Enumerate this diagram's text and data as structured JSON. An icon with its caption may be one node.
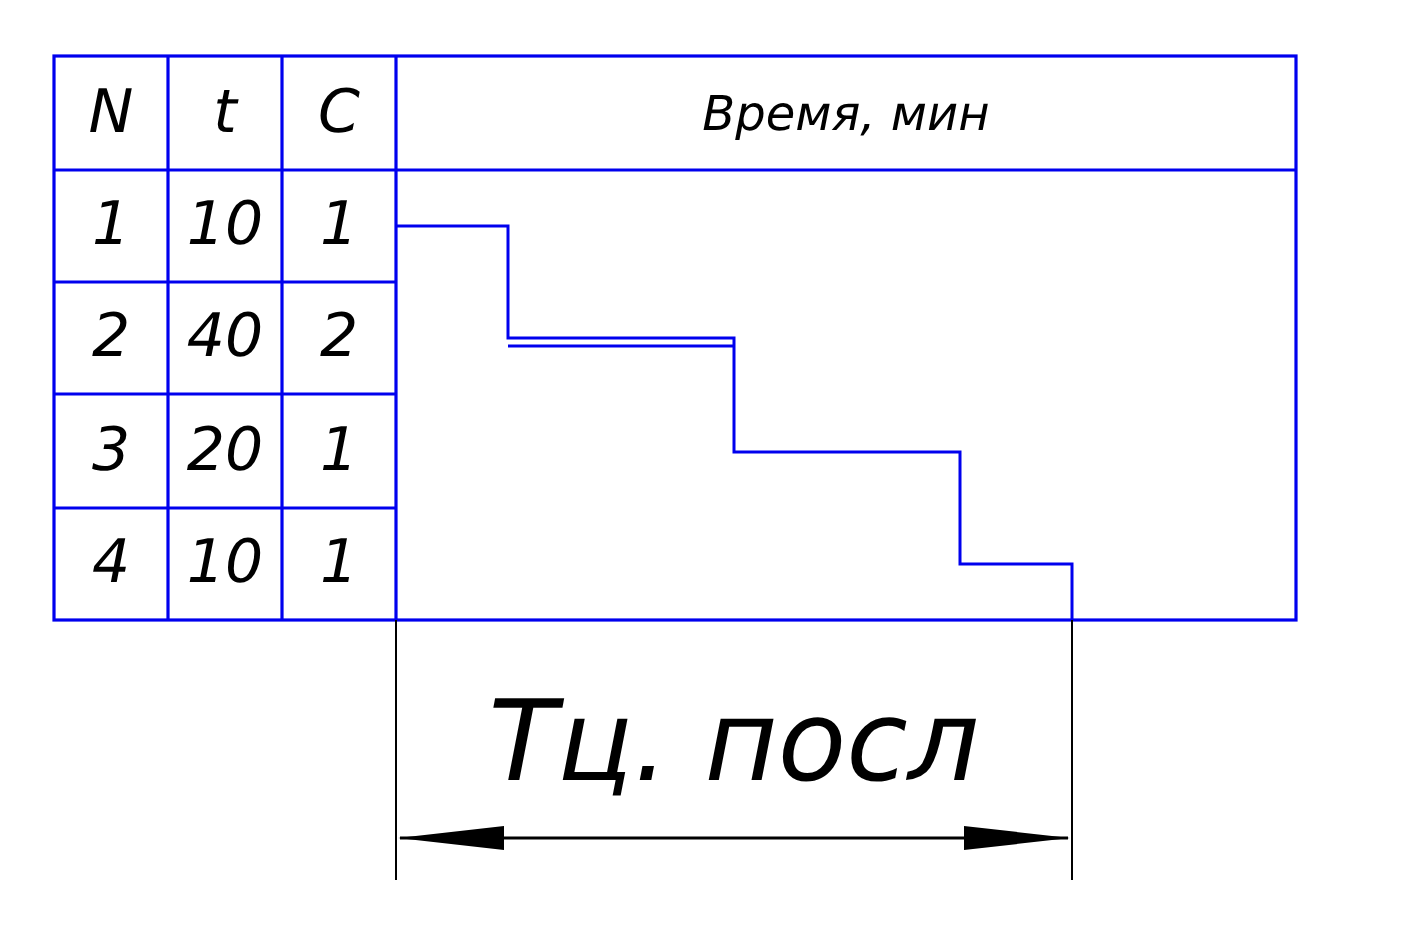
{
  "diagram": {
    "labels": [
      "N",
      "t",
      "C",
      "Время, мин",
      "1",
      "10",
      "1",
      "2",
      "40",
      "2",
      "3",
      "20",
      "1",
      "4",
      "10",
      "1",
      "Тц. посл"
    ]
  }
}
